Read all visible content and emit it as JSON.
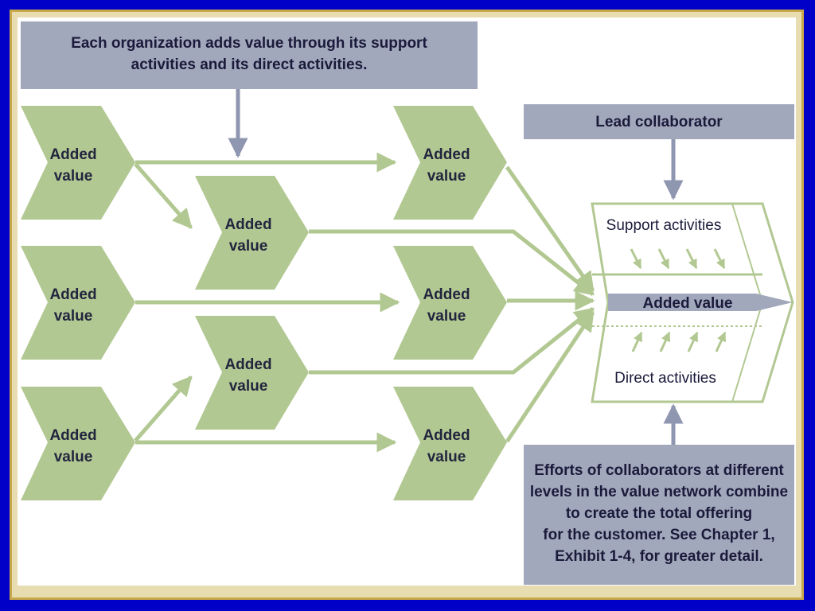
{
  "top_caption": {
    "line1": "Each organization adds value through its support",
    "line2": "activities and its direct activities."
  },
  "lead_collaborator": "Lead collaborator",
  "chevron_label": {
    "line1": "Added",
    "line2": "value"
  },
  "collaborator_box": {
    "support": "Support activities",
    "added_value": "Added value",
    "direct": "Direct activities"
  },
  "bottom_caption": {
    "line1": "Efforts of collaborators at different",
    "line2": "levels in the value network combine",
    "line3": "to create the total offering",
    "line4": "for the customer. See Chapter 1,",
    "line5": "Exhibit 1-4, for greater detail."
  },
  "colors": {
    "chevron_fill": "#b2c892",
    "arrow_green": "#b2c892",
    "caption_box": "#a2a8bc",
    "blue_arrow": "#8f96b0",
    "frame_blue": "#0000c8",
    "frame_gold": "#c8a84a"
  }
}
